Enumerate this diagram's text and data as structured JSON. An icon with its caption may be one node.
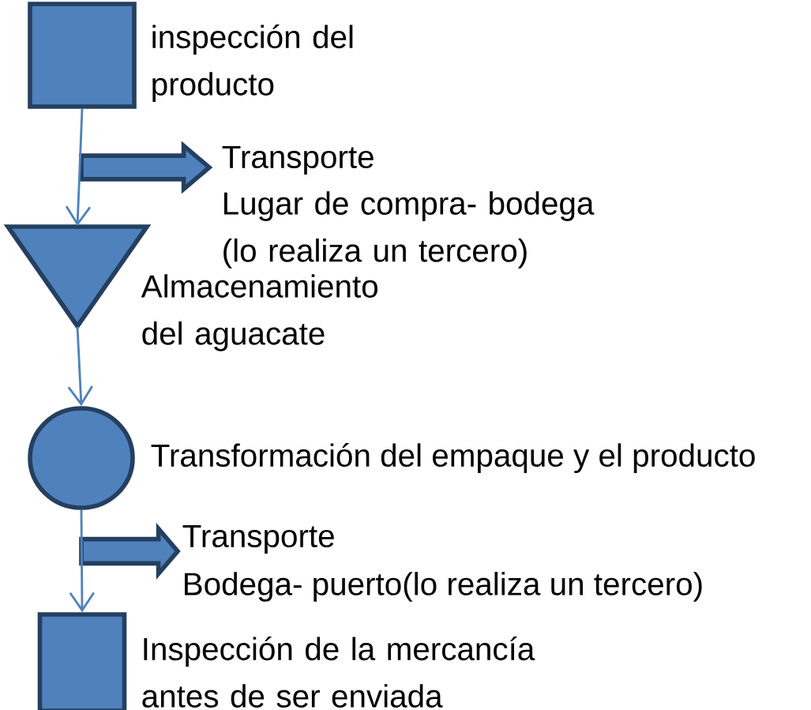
{
  "diagram": {
    "nodes": [
      {
        "text": [],
        "shape": "box",
        "beside": [
          "inspección del producto"
        ]
      },
      {
        "text": [],
        "shape": "arrow",
        "beside": [
          "Transporte",
          "Lugar de compra- bodega (lo realiza un tercero)"
        ]
      },
      {
        "text": [],
        "shape": "triangle",
        "beside": [
          "Almacenamiento del aguacate"
        ]
      },
      {
        "text": [],
        "shape": "circle",
        "beside": [
          "Transformación del empaque y el producto"
        ]
      },
      {
        "text": [],
        "shape": "arrow",
        "beside": [
          "Transporte",
          "Bodega- puerto(lo realiza un tercero)"
        ]
      },
      {
        "text": [],
        "shape": "box",
        "beside": [
          "Inspección de la mercancía antes de ser enviada"
        ]
      }
    ],
    "edges": [
      {
        "from": 0,
        "to": 2,
        "arrow": "to"
      },
      {
        "from": 2,
        "to": 3,
        "arrow": "to"
      },
      {
        "from": 3,
        "to": 5,
        "arrow": "to"
      }
    ]
  }
}
